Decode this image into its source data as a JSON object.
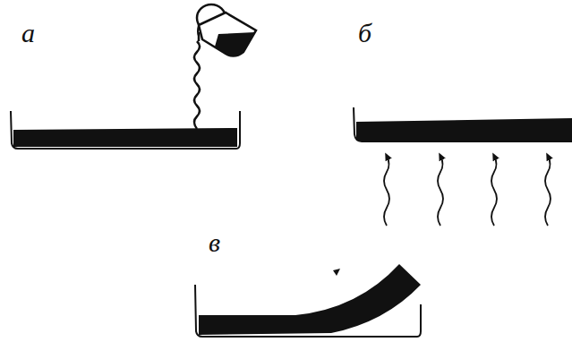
{
  "diagram": {
    "labels": [
      "а",
      "б",
      "в"
    ]
  }
}
